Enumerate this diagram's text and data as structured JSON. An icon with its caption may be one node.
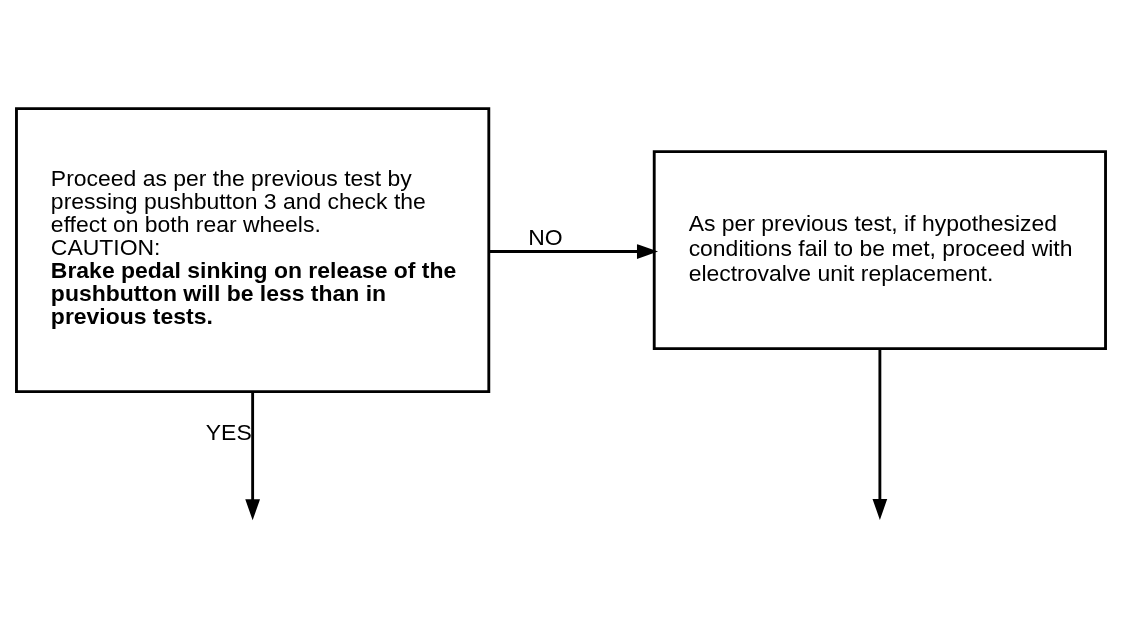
{
  "diagram": {
    "nodes": [
      {
        "text": [
          "Proceed as per the previous test by pressing pushbutton 3 and check the effect on both rear wheels.",
          "CAUTION:",
          "Brake pedal sinking on release of the pushbutton will be less than in previous tests."
        ]
      },
      {
        "text": [
          "As per previous test, if hypothesized conditions fail to be met, proceed with electrovalve unit replacement."
        ]
      }
    ],
    "edges": [
      {
        "from": 0,
        "to": 1,
        "label": "NO",
        "arrow": "to"
      },
      {
        "from": 0,
        "to": null,
        "label": "YES",
        "arrow": "to"
      },
      {
        "from": 1,
        "to": null,
        "arrow": "to"
      }
    ]
  }
}
